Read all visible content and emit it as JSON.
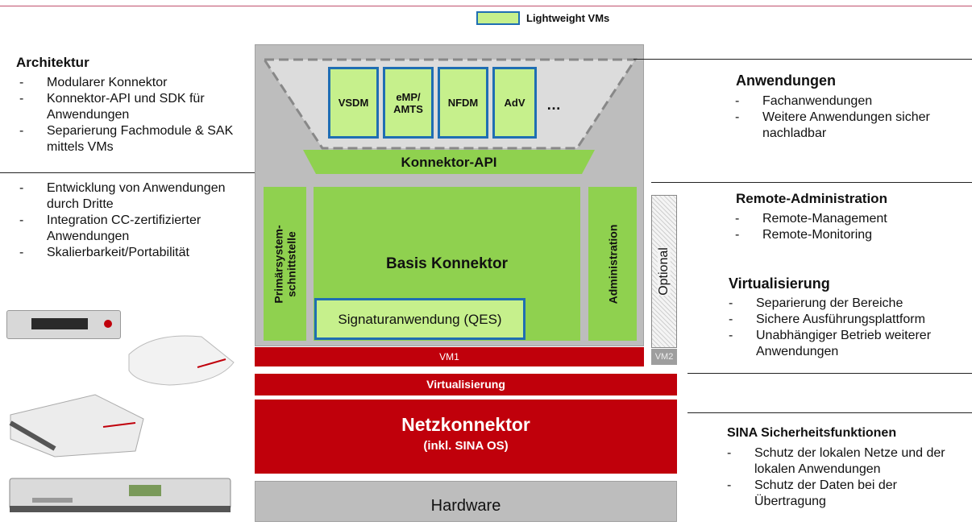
{
  "legend": {
    "label": "Lightweight VMs"
  },
  "architecture": {
    "title": "Architektur",
    "items": [
      "Modularer Konnektor",
      "Konnektor-API und SDK für Anwendungen",
      "Separierung Fachmodule & SAK mittels VMs"
    ],
    "items2": [
      "Entwicklung von Anwendungen durch Dritte",
      "Integration CC-zertifizierter Anwendungen",
      "Skalierbarkeit/Portabilität"
    ]
  },
  "diagram": {
    "vms": [
      "VSDM",
      "eMP/ AMTS",
      "NFDM",
      "AdV"
    ],
    "vms_more": "…",
    "api": "Konnektor-API",
    "primary_interface": "Primärsystem-\nschnittstelle",
    "basis": "Basis Konnektor",
    "signature": "Signaturanwendung (QES)",
    "administration": "Administration",
    "optional": "Optional",
    "vm1": "VM1",
    "vm2": "VM2",
    "virtualization": "Virtualisierung",
    "netzkonnektor": "Netzkonnektor",
    "netzkonnektor_sub": "(inkl. SINA OS)",
    "hardware": "Hardware"
  },
  "right": {
    "apps": {
      "title": "Anwendungen",
      "items": [
        "Fachanwendungen",
        "Weitere Anwendungen sicher nachladbar"
      ]
    },
    "remote": {
      "title": "Remote-Administration",
      "items": [
        "Remote-Management",
        "Remote-Monitoring"
      ]
    },
    "virt": {
      "title": "Virtualisierung",
      "items": [
        "Separierung der Bereiche",
        "Sichere Ausführungsplattform",
        "Unabhängiger Betrieb weiterer Anwendungen"
      ]
    },
    "sina": {
      "title": "SINA Sicherheitsfunktionen",
      "items": [
        "Schutz der lokalen Netze und der lokalen Anwendungen",
        "Schutz der Daten bei der Übertragung"
      ]
    }
  },
  "colors": {
    "accent_red": "#c0000b",
    "green": "#8fd14f",
    "light_green": "#c6f08c",
    "blue_border": "#1f6eb3",
    "gray": "#bdbdbd"
  }
}
